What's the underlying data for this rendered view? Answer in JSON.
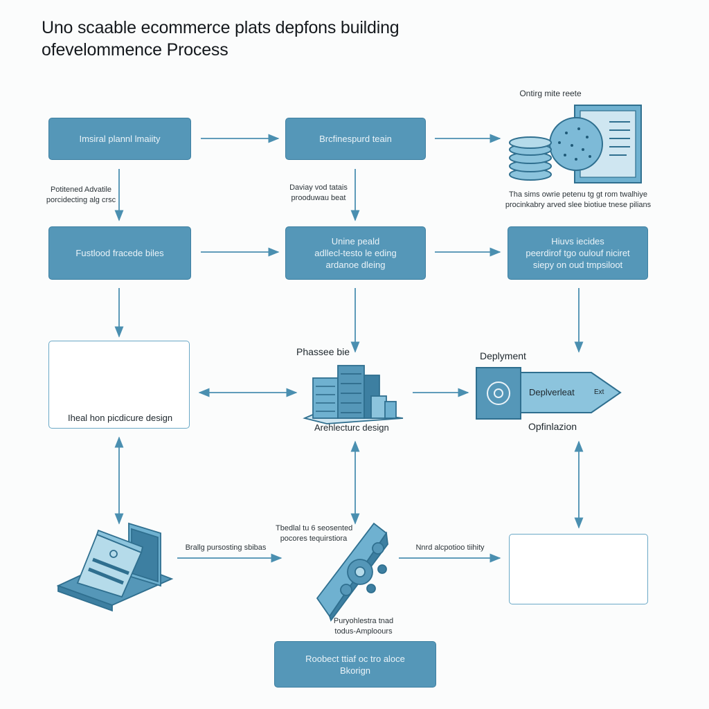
{
  "title": {
    "line1": "Uno scaable ecommerce plats depfons building",
    "line2": "ofevelommence Process"
  },
  "boxes": {
    "b1": "Imsiral plannl lmaiity",
    "b2": "Brcfinespurd teain",
    "b3": "Fustlood fracede biles",
    "b4": [
      "Unine peald",
      "adllecl-testo le eding",
      "ardanoe dleing"
    ],
    "b5": [
      "Hiuvs iecides",
      "peerdirof tgo oulouf niciret",
      "siepy on oud tmpsiloot"
    ],
    "b6": [
      "Roobect ttiaf oc tro aloce",
      "Bkorign"
    ]
  },
  "notes": {
    "top_right_caption": "Ontirg mite reete",
    "n1": [
      "Potitened Advatile",
      "porcidecting alg crsc"
    ],
    "n2": [
      "Daviay vod tatais",
      "prooduwau beat"
    ],
    "n3": [
      "Tha sims owrie petenu tg gt rom twalhiye",
      "procinkabry arved slee biotiue tnese pilians"
    ],
    "n4": "Brallg pursosting sbibas",
    "n5": [
      "Tbedlal tu 6 seosented",
      "pocores tequirstiora"
    ],
    "n6": "Nnrd alcpotioo tiihity",
    "n7": [
      "Puryohlestra tnad",
      "todus-Amploours"
    ]
  },
  "labels": {
    "phassee": "Phassee bie",
    "deployment_heading": "Deplyment",
    "deployment_arrow": "Deplverleat",
    "optimization": "Opfinlazion",
    "infra_design": "Iheal hon picdicure design",
    "arch_design": "Arehlecturc design",
    "arrow_tip": "Ext"
  },
  "colors": {
    "box_fill": "#5597b8",
    "box_border": "#3d7fa1",
    "arrow": "#4a8fb0",
    "illustration": "#6fb1d0",
    "illustration_dark": "#2f6f8f"
  }
}
